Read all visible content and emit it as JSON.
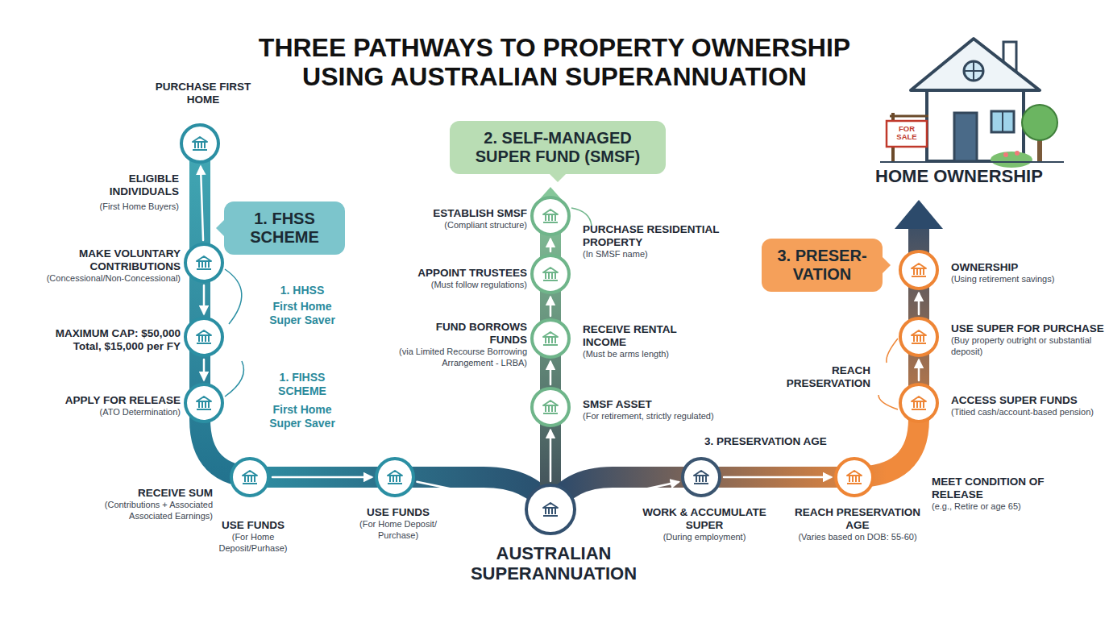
{
  "diagram": {
    "title": "THREE PATHWAYS TO PROPERTY OWNERSHIP USING AUSTRALIAN SUPERANNUATION",
    "nodes": [
      {
        "text": [
          "PURCHASE FIRST HOME"
        ]
      },
      {
        "text": [
          "1. FHSS SCHEME"
        ]
      },
      {
        "text": [
          "MAKE VOLUNTARY CONTRIBUTIONS",
          "(Concessional/Non-Concessional)"
        ]
      },
      {
        "text": [
          "MAXIMUM CAP: $50,000 Total, $15,000 per FY"
        ]
      },
      {
        "text": [
          "APPLY FOR RELEASE",
          "(ATO Determination)"
        ]
      },
      {
        "text": [
          "RECEIVE SUM",
          "(Contributions + Associated Associated Earnings)",
          "USE FUNDS",
          "(For Home Deposit/Purhase)"
        ]
      },
      {
        "text": [
          "USE FUNDS",
          "(For Home Deposit/ Purchase)"
        ]
      },
      {
        "text": [
          "2. SELF-MANAGED SUPER FUND (SMSF)"
        ]
      },
      {
        "text": [
          "ESTABLISH SMSF",
          "(Compliant structure)",
          "PURCHASE RESIDENTIAL PROPERTY",
          "(In SMSF name)"
        ]
      },
      {
        "text": [
          "APPOINT TRUSTEES",
          "(Must follow regulations)"
        ]
      },
      {
        "text": [
          "FUND BORROWS FUNDS",
          "(via Limited Recourse Borrowing Arrangement - LRBA)",
          "RECEIVE RENTAL INCOME",
          "(Must be arms length)"
        ]
      },
      {
        "text": [
          "SMSF ASSET",
          "(For retirement, strictly regulated)"
        ]
      },
      {
        "text": [
          "AUSTRALIAN SUPERANNUATION"
        ]
      },
      {
        "text": [
          "3. PRESER- VATION"
        ]
      },
      {
        "text": [
          "OWNERSHIP",
          "(Using retirement savings)"
        ]
      },
      {
        "text": [
          "USE SUPER FOR PURCHASE",
          "(Buy property outright or substantial deposit)"
        ]
      },
      {
        "text": [
          "ACCESS SUPER FUNDS",
          "(Titied cash/account-based pension)"
        ]
      },
      {
        "text": [
          "REACH PRESERVATION AGE",
          "(Varies based on DOB: 55-60)",
          "MEET CONDITION OF RELEASE",
          "(e.g., Retire or age 65)"
        ]
      },
      {
        "text": [
          "WORK & ACCUMULATE SUPER",
          "(During employment)"
        ]
      }
    ],
    "edges": [
      {
        "from": 2,
        "to": 0,
        "arrow": "to"
      },
      {
        "from": 2,
        "to": 3,
        "arrow": "to"
      },
      {
        "from": 3,
        "to": 4,
        "arrow": "to"
      },
      {
        "from": 4,
        "to": 5,
        "arrow": "to"
      },
      {
        "from": 5,
        "to": 6,
        "arrow": "to"
      },
      {
        "from": 6,
        "to": 12,
        "arrow": "to"
      },
      {
        "from": 12,
        "to": 11,
        "arrow": "to"
      },
      {
        "from": 11,
        "to": 10,
        "arrow": "to"
      },
      {
        "from": 10,
        "to": 9,
        "arrow": "to"
      },
      {
        "from": 9,
        "to": 8,
        "arrow": "to"
      },
      {
        "from": 12,
        "to": 18,
        "arrow": "to"
      },
      {
        "from": 18,
        "to": 17,
        "arrow": "to"
      },
      {
        "from": 17,
        "to": 16,
        "arrow": "to"
      },
      {
        "from": 16,
        "to": 15,
        "arrow": "to"
      },
      {
        "from": 15,
        "to": 14,
        "arrow": "to"
      }
    ],
    "labels": [
      "ELIGIBLE INDIVIDUALS",
      "(First Home Buyers)",
      "1. HHSS",
      "First Home Super Saver",
      "1. FIHSS SCHEME",
      "First Home Super Saver",
      "3. PRESERVATION AGE",
      "REACH PRESERVATION",
      "HOME OWNERSHIP",
      "FOR SALE"
    ]
  }
}
